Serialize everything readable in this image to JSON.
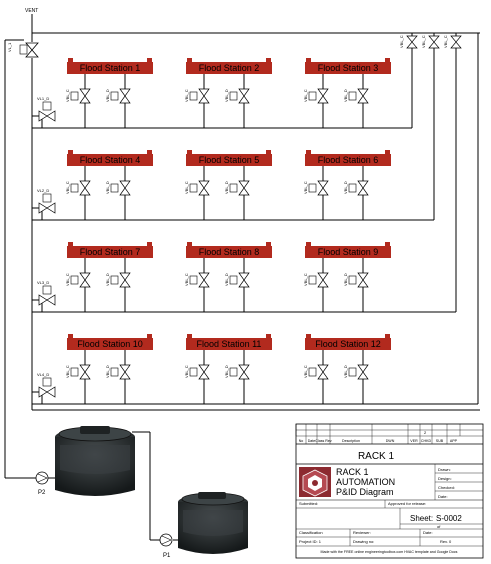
{
  "vent_label": "VENT",
  "top_valve_tag": "VL_1",
  "stations": [
    {
      "name": "Flood Station 1"
    },
    {
      "name": "Flood Station 2"
    },
    {
      "name": "Flood Station 3"
    },
    {
      "name": "Flood Station 4"
    },
    {
      "name": "Flood Station 5"
    },
    {
      "name": "Flood Station 6"
    },
    {
      "name": "Flood Station 7"
    },
    {
      "name": "Flood Station 8"
    },
    {
      "name": "Flood Station 9"
    },
    {
      "name": "Flood Station 10"
    },
    {
      "name": "Flood Station 11"
    },
    {
      "name": "Flood Station 12"
    }
  ],
  "station_valve_tags": [
    "VBL_C",
    "VBL_D"
  ],
  "row_valve_tags": [
    "VL1_D",
    "VL2_D",
    "VL3_D",
    "VL4_D"
  ],
  "manifold_valve_tags": [
    "VBL_C",
    "VBL_C",
    "VBL_C"
  ],
  "pumps": [
    {
      "label": "P2"
    },
    {
      "label": "P1"
    }
  ],
  "title_block": {
    "rev_header": [
      "No",
      "Date",
      "Class Rev",
      "Description",
      "DWN",
      "VER",
      "CHKD",
      "SUB",
      "APP"
    ],
    "top_number": "2",
    "title": "RACK 1",
    "subtitle_lines": [
      "RACK 1",
      "AUTOMATION",
      "P&ID Diagram"
    ],
    "side_fields": [
      "Drawn:",
      "Design:",
      "Checked:",
      "Date:"
    ],
    "submitted": "Submitted:",
    "approved": "Approved for release:",
    "sheet_label": "Sheet:",
    "sheet_value": "S-0002",
    "of_label": "of",
    "classification": "Classification",
    "reviewer": "Reviewer:",
    "date_label": "Date:",
    "project_id": "Project ID: 1",
    "drawing_no": "Drawing no:",
    "rev": "Rev. 0",
    "footer": "Made with the FREE online engineeringtoolbox.com HVAC template and Google Docs"
  },
  "colors": {
    "manifold": "#b22a1e",
    "line": "#000000",
    "tank": "#262a2b",
    "logo": "#8c2a30"
  }
}
